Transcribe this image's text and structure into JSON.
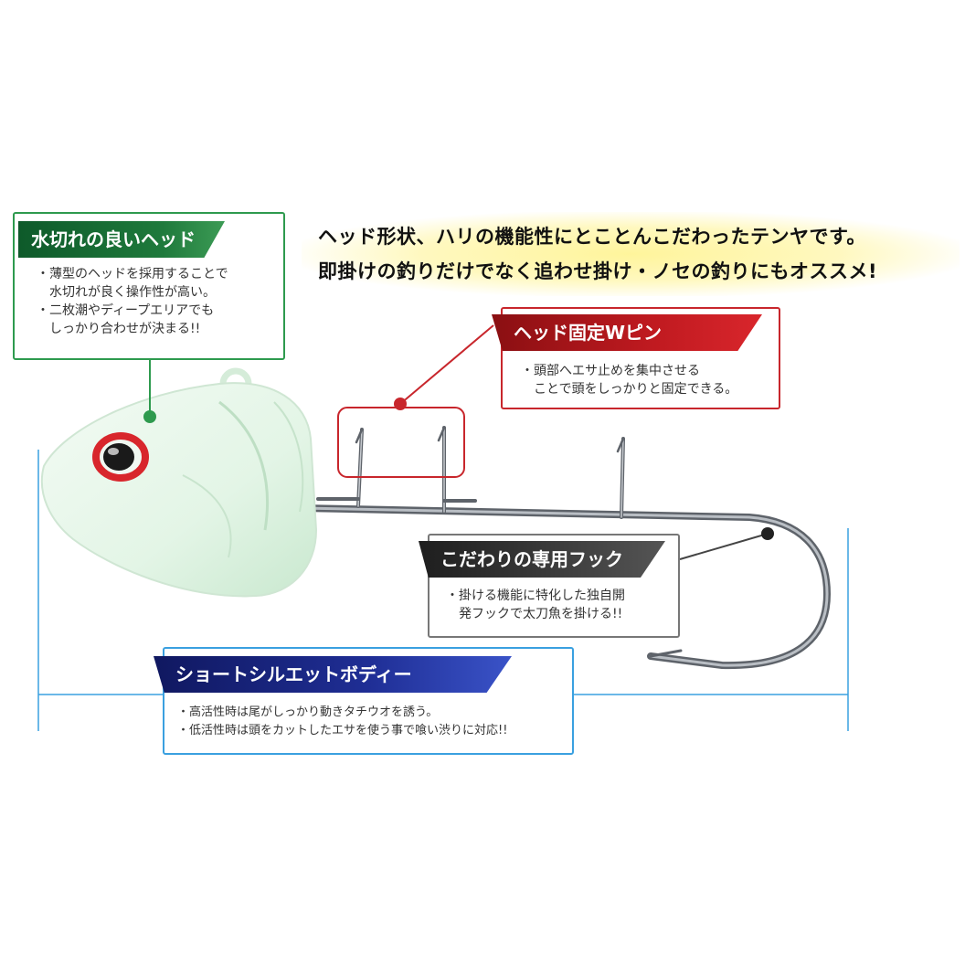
{
  "headline": {
    "line1": "ヘッド形状、ハリの機能性にとことんこだわったテンヤです。",
    "line2": "即掛けの釣りだけでなく追わせ掛け・ノセの釣りにもオススメ!"
  },
  "callouts": {
    "head": {
      "title": "水切れの良いヘッド",
      "items": [
        "・薄型のヘッドを採用することで",
        "　水切れが良く操作性が高い。",
        "・二枚潮やディープエリアでも",
        "　しっかり合わせが決まる!!"
      ],
      "color": "#2e9a4e"
    },
    "pin": {
      "title": "ヘッド固定Wピン",
      "items": [
        "・頭部へエサ止めを集中させる",
        "　ことで頭をしっかりと固定できる。"
      ],
      "color": "#c8262c"
    },
    "hook": {
      "title": "こだわりの専用フック",
      "items": [
        "・掛ける機能に特化した独自開",
        "　発フックで太刀魚を掛ける!!"
      ],
      "color": "#555555"
    },
    "body": {
      "title": "ショートシルエットボディー",
      "items": [
        "・高活性時は尾がしっかり動きタチウオを誘う。",
        "・低活性時は頭をカットしたエサを使う事で喰い渋りに対応!!"
      ],
      "color": "#3aa0e0"
    }
  },
  "colors": {
    "head_body": "#e6f7ea",
    "eye_ring": "#d8262c",
    "hook_metal": "#8a8f96"
  }
}
